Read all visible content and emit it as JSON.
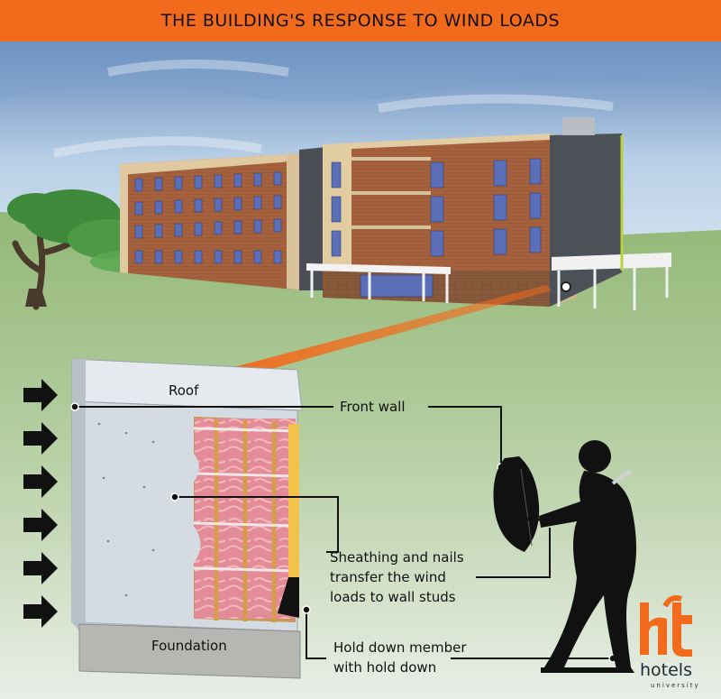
{
  "title": "THE BUILDING'S RESPONSE TO WIND LOADS",
  "labels": {
    "roof": "Roof",
    "foundation": "Foundation",
    "front_wall": "Front wall",
    "sheathing_line1": "Sheathing and nails",
    "sheathing_line2": "transfer the wind",
    "sheathing_line3": "loads to wall studs",
    "hold_down_line1": "Hold down member",
    "hold_down_line2": "with hold down"
  },
  "logo": {
    "word": "hotels",
    "sub": "university"
  },
  "colors": {
    "accent": "#f26a1b",
    "sky": "#bcd2e8",
    "ground": "#9fc184",
    "insulation": "#e7909a",
    "stud": "#e0b45c",
    "sheathing": "#cfd7df"
  },
  "icons": [
    "wind-arrow-icon",
    "umbrella-icon",
    "person-silhouette-icon",
    "tree-icon",
    "hotels-logo-icon"
  ]
}
